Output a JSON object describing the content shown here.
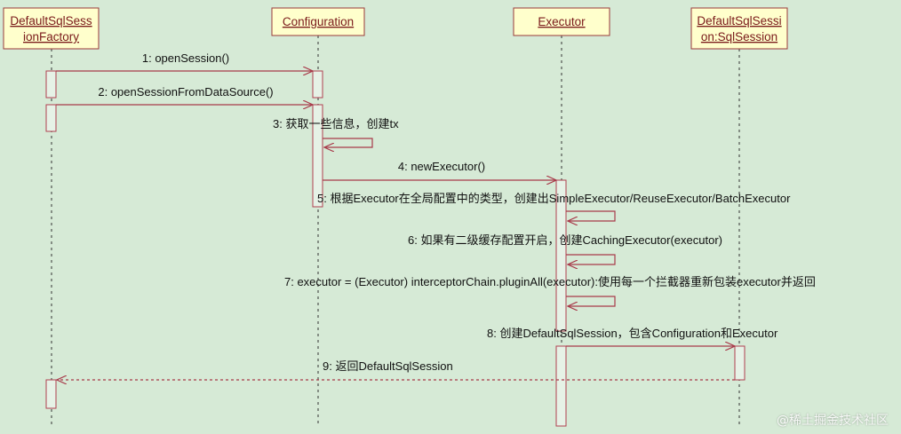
{
  "colors": {
    "background": "#d6ead6",
    "box_fill": "#ffffcc",
    "box_border": "#9a3a3a",
    "arrow": "#a83a4a",
    "text_head": "#7a1a1a",
    "text": "#111111"
  },
  "lifelines": [
    {
      "id": "factory",
      "lines": [
        "DefaultSqlSess",
        "ionFactory"
      ]
    },
    {
      "id": "config",
      "lines": [
        "Configuration"
      ]
    },
    {
      "id": "executor",
      "lines": [
        "Executor"
      ]
    },
    {
      "id": "session",
      "lines": [
        "DefaultSqlSessi",
        "on:SqlSession"
      ]
    }
  ],
  "messages": [
    {
      "id": "m1",
      "label": "1: openSession()",
      "from": "factory",
      "to": "config",
      "kind": "call"
    },
    {
      "id": "m2",
      "label": "2: openSessionFromDataSource()",
      "from": "factory",
      "to": "config",
      "kind": "call"
    },
    {
      "id": "m3",
      "label": "3: 获取一些信息，创建tx",
      "from": "config",
      "to": "config",
      "kind": "self"
    },
    {
      "id": "m4",
      "label": "4: newExecutor()",
      "from": "config",
      "to": "executor",
      "kind": "call"
    },
    {
      "id": "m5",
      "label": "5: 根据Executor在全局配置中的类型，创建出SimpleExecutor/ReuseExecutor/BatchExecutor",
      "from": "executor",
      "to": "executor",
      "kind": "self"
    },
    {
      "id": "m6",
      "label": "6: 如果有二级缓存配置开启，创建CachingExecutor(executor)",
      "from": "executor",
      "to": "executor",
      "kind": "self"
    },
    {
      "id": "m7",
      "label": "7: executor = (Executor) interceptorChain.pluginAll(executor):使用每一个拦截器重新包装executor并返回",
      "from": "executor",
      "to": "executor",
      "kind": "self"
    },
    {
      "id": "m8",
      "label": "8: 创建DefaultSqlSession，包含Configuration和Executor",
      "from": "executor",
      "to": "session",
      "kind": "call"
    },
    {
      "id": "m9",
      "label": "9: 返回DefaultSqlSession",
      "from": "session",
      "to": "factory",
      "kind": "return"
    }
  ],
  "watermark": "@稀土掘金技术社区"
}
